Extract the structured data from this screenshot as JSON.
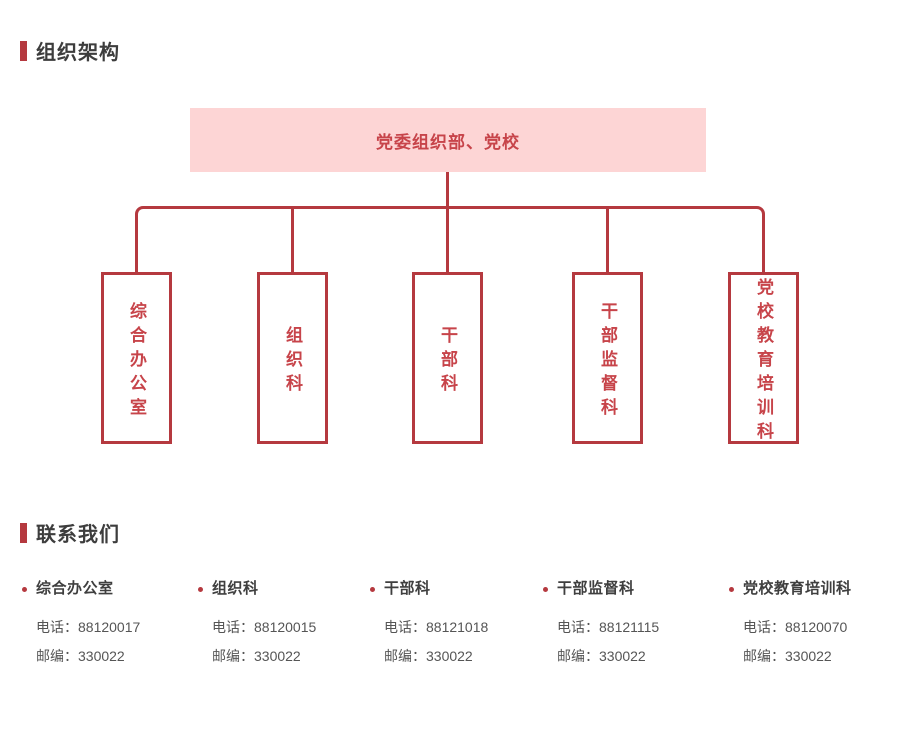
{
  "colors": {
    "accent": "#b5393f",
    "pink_bg": "#fdd5d5",
    "box_text": "#c7444a",
    "heading_text": "#3d3d3d",
    "name_text": "#3f3f3f",
    "detail_text": "#555555"
  },
  "org_section": {
    "title": "组织架构",
    "root": {
      "label": "党委组织部、党校"
    },
    "departments": [
      {
        "label": "综合办公室"
      },
      {
        "label": "组织科"
      },
      {
        "label": "干部科"
      },
      {
        "label": "干部监督科"
      },
      {
        "label": "党校教育培训科"
      }
    ]
  },
  "contact_section": {
    "title": "联系我们",
    "phone_label": "电话：",
    "postal_label": "邮编：",
    "contacts": [
      {
        "name": "综合办公室",
        "phone": "88120017",
        "postal": "330022"
      },
      {
        "name": "组织科",
        "phone": "88120015",
        "postal": "330022"
      },
      {
        "name": "干部科",
        "phone": "88121018",
        "postal": "330022"
      },
      {
        "name": "干部监督科",
        "phone": "88121115",
        "postal": "330022"
      },
      {
        "name": "党校教育培训科",
        "phone": "88120070",
        "postal": "330022"
      }
    ]
  }
}
